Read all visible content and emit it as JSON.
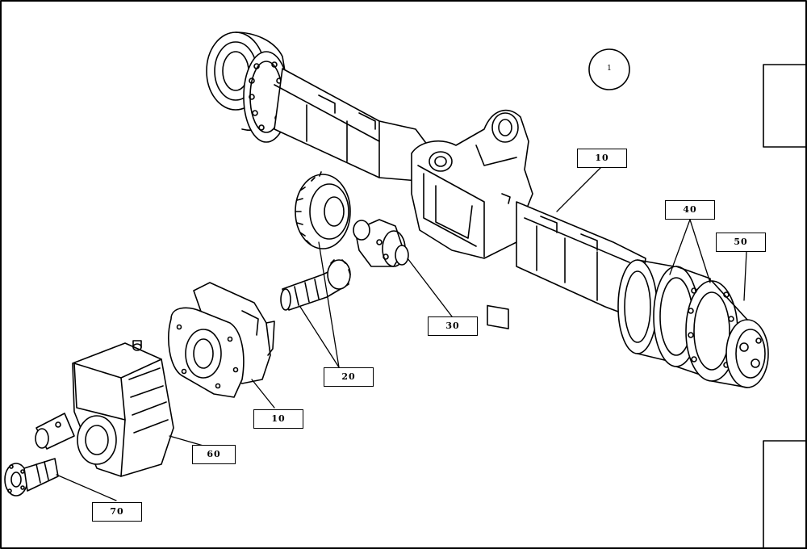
{
  "diagram": {
    "sheet_marker": "1",
    "callouts": [
      {
        "id": "callout-10-axle",
        "label": "10"
      },
      {
        "id": "callout-40",
        "label": "40"
      },
      {
        "id": "callout-50",
        "label": "50"
      },
      {
        "id": "callout-30",
        "label": "30"
      },
      {
        "id": "callout-20",
        "label": "20"
      },
      {
        "id": "callout-10-carrier",
        "label": "10"
      },
      {
        "id": "callout-60",
        "label": "60"
      },
      {
        "id": "callout-70",
        "label": "70"
      }
    ]
  }
}
